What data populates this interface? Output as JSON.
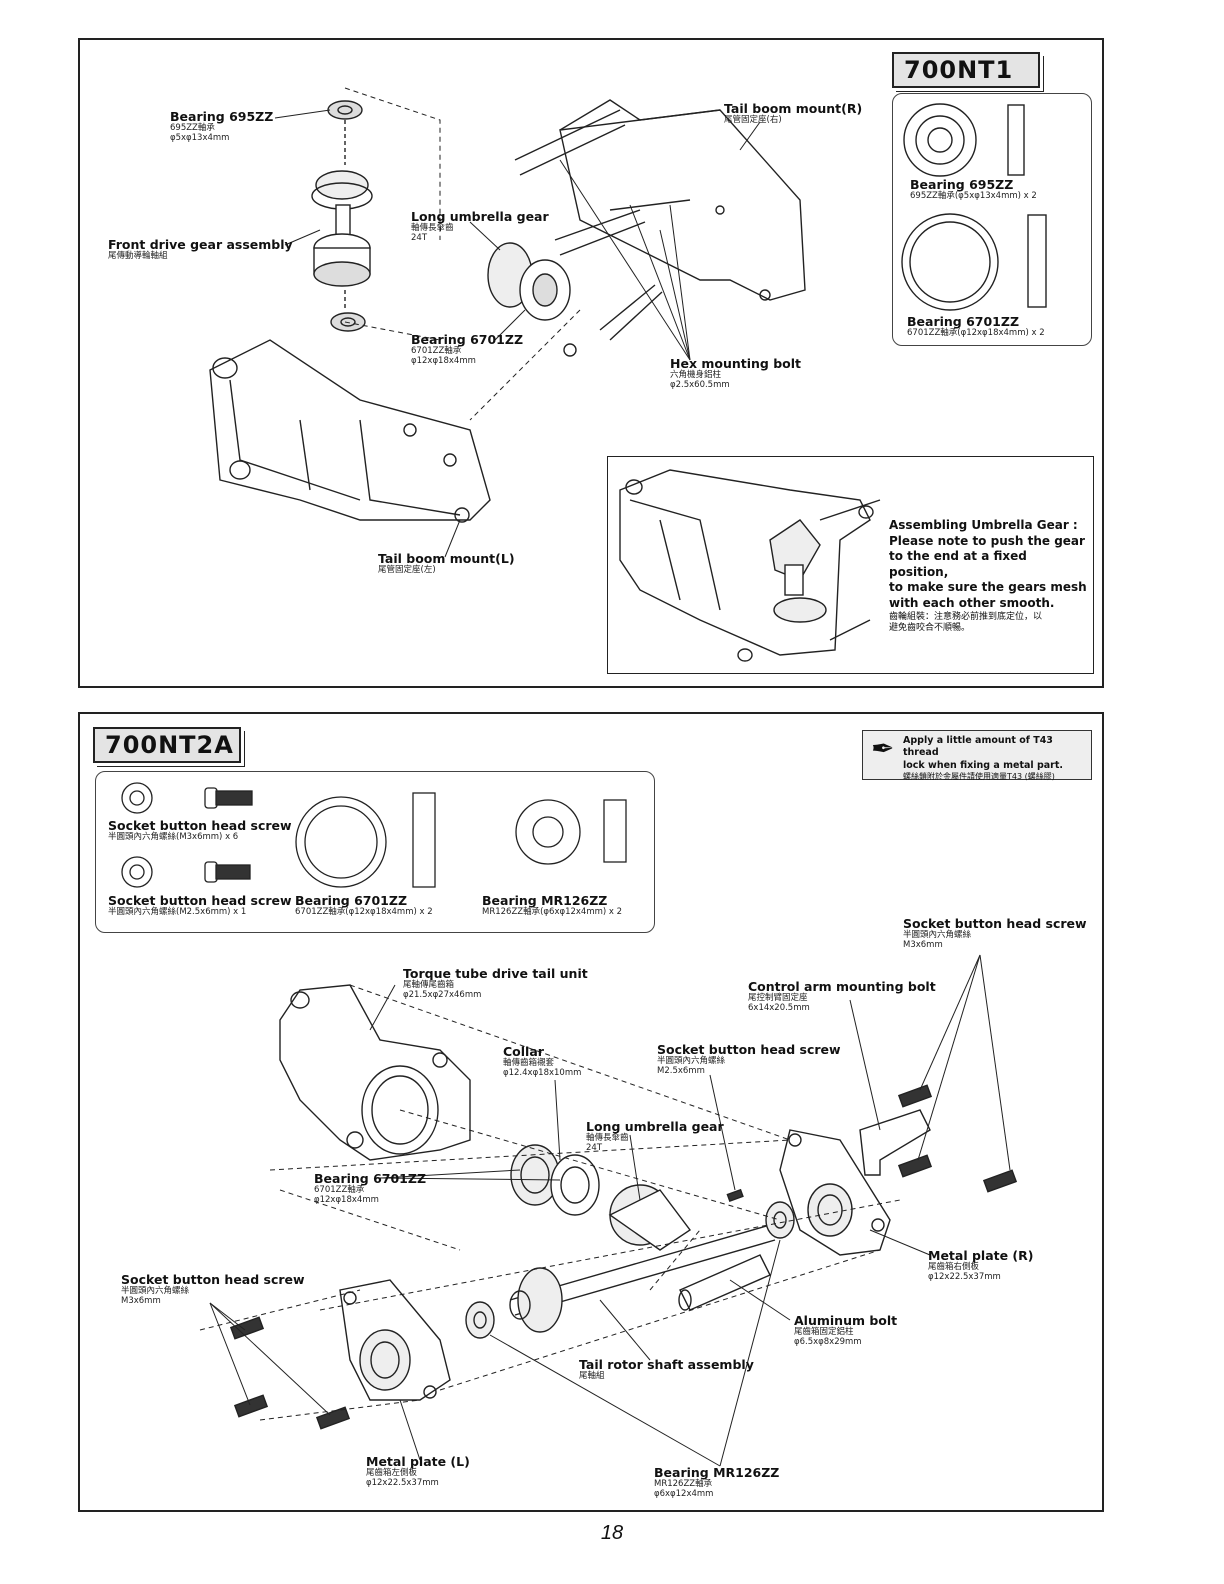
{
  "page_number": "18",
  "panel_top": {
    "badge": "700NT1",
    "labels": {
      "bearing_695": {
        "title": "Bearing 695ZZ",
        "sub1": "695ZZ軸承",
        "sub2": "φ5xφ13x4mm"
      },
      "front_drive": {
        "title": "Front drive gear assembly",
        "sub1": "尾傳動導輪軸組"
      },
      "long_gear": {
        "title": "Long umbrella gear",
        "sub1": "軸傳長傘齒",
        "sub2": "24T"
      },
      "bearing_6701": {
        "title": "Bearing 6701ZZ",
        "sub1": "6701ZZ軸承",
        "sub2": "φ12xφ18x4mm"
      },
      "tail_mount_r": {
        "title": "Tail boom mount(R)",
        "sub1": "尾管固定座(右)"
      },
      "hex_bolt": {
        "title": "Hex mounting bolt",
        "sub1": "六角機身鋁柱",
        "sub2": "φ2.5x60.5mm"
      },
      "tail_mount_l": {
        "title": "Tail boom mount(L)",
        "sub1": "尾管固定座(左)"
      }
    },
    "parts_box": {
      "bearing_695": {
        "title": "Bearing 695ZZ",
        "sub": "695ZZ軸承(φ5xφ13x4mm) x 2"
      },
      "bearing_6701": {
        "title": "Bearing 6701ZZ",
        "sub": "6701ZZ軸承(φ12xφ18x4mm) x 2"
      }
    },
    "note": {
      "line1": "Assembling Umbrella Gear :",
      "line2": "Please note to push the gear",
      "line3": "to the end at a fixed position,",
      "line4": "to make sure the gears mesh",
      "line5": "with each other smooth.",
      "zh1": "齒輪組裝：注意務必前推到底定位，以",
      "zh2": "避免齒咬合不順暢。"
    }
  },
  "panel_bottom": {
    "badge": "700NT2A",
    "tip": {
      "line1": "Apply a little amount of T43 thread",
      "line2": "lock when fixing a metal part.",
      "zh": "螺絲鎖附於金屬件請使用適量T43 (螺絲膠)"
    },
    "parts_box": {
      "screw1": {
        "title": "Socket button head screw",
        "sub": "半圓頭內六角螺絲(M3x6mm) x 6"
      },
      "screw2": {
        "title": "Socket button head screw",
        "sub": "半圓頭內六角螺絲(M2.5x6mm) x 1"
      },
      "bearing_6701": {
        "title": "Bearing 6701ZZ",
        "sub": "6701ZZ軸承(φ12xφ18x4mm) x 2"
      },
      "bearing_mr126": {
        "title": "Bearing MR126ZZ",
        "sub": "MR126ZZ軸承(φ6xφ12x4mm) x 2"
      }
    },
    "labels": {
      "socket_tr": {
        "title": "Socket button head screw",
        "sub1": "半圓頭內六角螺絲",
        "sub2": "M3x6mm"
      },
      "torque": {
        "title": "Torque tube drive tail unit",
        "sub1": "尾軸傳尾齒箱",
        "sub2": "φ21.5xφ27x46mm"
      },
      "control_arm": {
        "title": "Control arm mounting bolt",
        "sub1": "尾控制臂固定座",
        "sub2": "6x14x20.5mm"
      },
      "collar": {
        "title": "Collar",
        "sub1": "軸傳齒箱襯套",
        "sub2": "φ12.4xφ18x10mm"
      },
      "socket_mid": {
        "title": "Socket button head screw",
        "sub1": "半圓頭內六角螺絲",
        "sub2": "M2.5x6mm"
      },
      "long_gear": {
        "title": "Long umbrella gear",
        "sub1": "軸傳長傘齒",
        "sub2": "24T"
      },
      "bearing_6701": {
        "title": "Bearing 6701ZZ",
        "sub1": "6701ZZ軸承",
        "sub2": "φ12xφ18x4mm"
      },
      "metal_r": {
        "title": "Metal plate (R)",
        "sub1": "尾齒箱右側板",
        "sub2": "φ12x22.5x37mm"
      },
      "socket_left": {
        "title": "Socket button head screw",
        "sub1": "半圓頭內六角螺絲",
        "sub2": "M3x6mm"
      },
      "aluminum": {
        "title": "Aluminum bolt",
        "sub1": "尾齒箱固定鋁柱",
        "sub2": "φ6.5xφ8x29mm"
      },
      "tail_rotor": {
        "title": "Tail rotor shaft assembly",
        "sub1": "尾軸組"
      },
      "metal_l": {
        "title": "Metal plate (L)",
        "sub1": "尾齒箱左側板",
        "sub2": "φ12x22.5x37mm"
      },
      "bearing_mr126": {
        "title": "Bearing MR126ZZ",
        "sub1": "MR126ZZ軸承",
        "sub2": "φ6xφ12x4mm"
      }
    }
  }
}
